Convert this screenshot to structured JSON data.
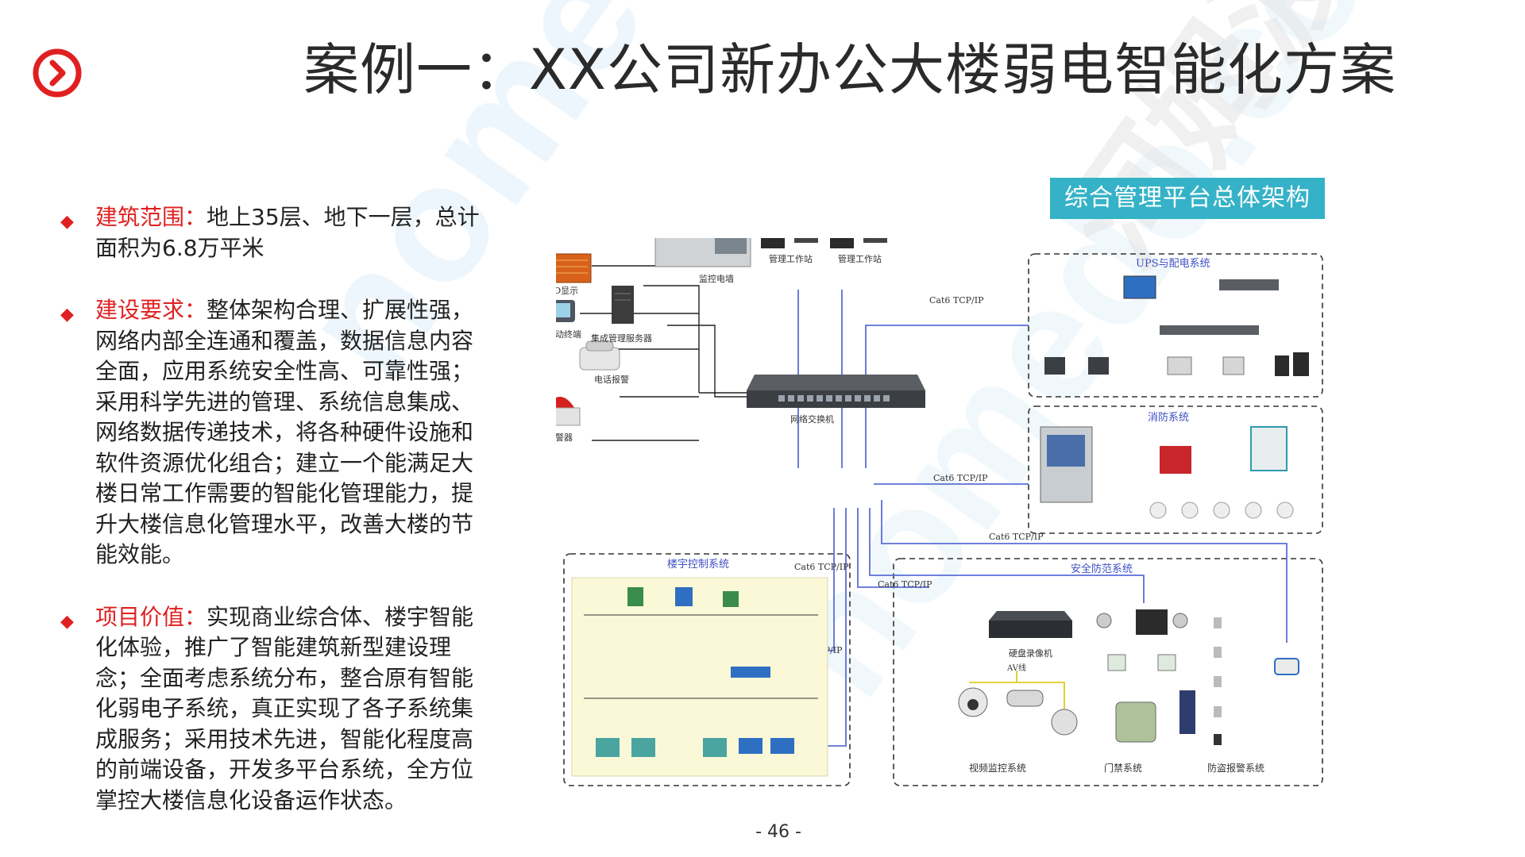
{
  "watermarks": {
    "w1": "nomedo.com",
    "w2": "nomedo.com",
    "w3": "河姆渡"
  },
  "title": "案例一：XX公司新办公大楼弱电智能化方案",
  "logo_icon": "chevron-right-circle-icon",
  "bullets": [
    {
      "label": "建筑范围",
      "colon": "：",
      "text": "地上35层、地下一层，总计面积为6.8万平米"
    },
    {
      "label": "建设要求",
      "colon": "：",
      "text": "整体架构合理、扩展性强，网络内部全连通和覆盖，数据信息内容全面，应用系统安全性高、可靠性强；采用科学先进的管理、系统信息集成、网络数据传递技术，将各种硬件设施和软件资源优化组合；建立一个能满足大楼日常工作需要的智能化管理能力，提升大楼信息化管理水平，改善大楼的节能效能。"
    },
    {
      "label": "项目价值",
      "colon": "：",
      "text": "实现商业综合体、楼宇智能化体验，推广了智能建筑新型建设理念；全面考虑系统分布，整合原有智能化弱电子系统，真正实现了各子系统集成服务；采用技术先进，智能化程度高的前端设备，开发多平台系统，全方位掌控大楼信息化设备运作状态。"
    }
  ],
  "diagram_title": "综合管理平台总体架构",
  "diagram": {
    "control_room": "监控电墙",
    "workstation1": "管理工作站",
    "workstation2": "管理工作站",
    "led": "LED显示",
    "mobile": "移动终端",
    "phone": "电话报警",
    "alarm": "报警器",
    "server": "集成管理服务器",
    "switch": "网络交换机",
    "cat6_1": "Cat6 TCP/IP",
    "cat6_2": "Cat6 TCP/IP",
    "cat6_3": "Cat6 TCP/IP",
    "cat6_4": "Cat6 TCP/IP",
    "cat6_5": "Cat6 TCP/IP",
    "cat6_6": "Cat6 TCP/IP",
    "ups_title": "UPS与配电系统",
    "fire_title": "消防系统",
    "bas_title": "楼宇控制系统",
    "security_title": "安全防范系统",
    "nvr": "硬盘录像机",
    "av_line": "AV线",
    "video_sys": "视频监控系统",
    "access_sys": "门禁系统",
    "intrusion_sys": "防盗报警系统"
  },
  "colors": {
    "accent_red": "#e02020",
    "badge_teal": "#35b2c7",
    "line_blue": "#5b6fd6"
  },
  "page_number": "- 46 -"
}
